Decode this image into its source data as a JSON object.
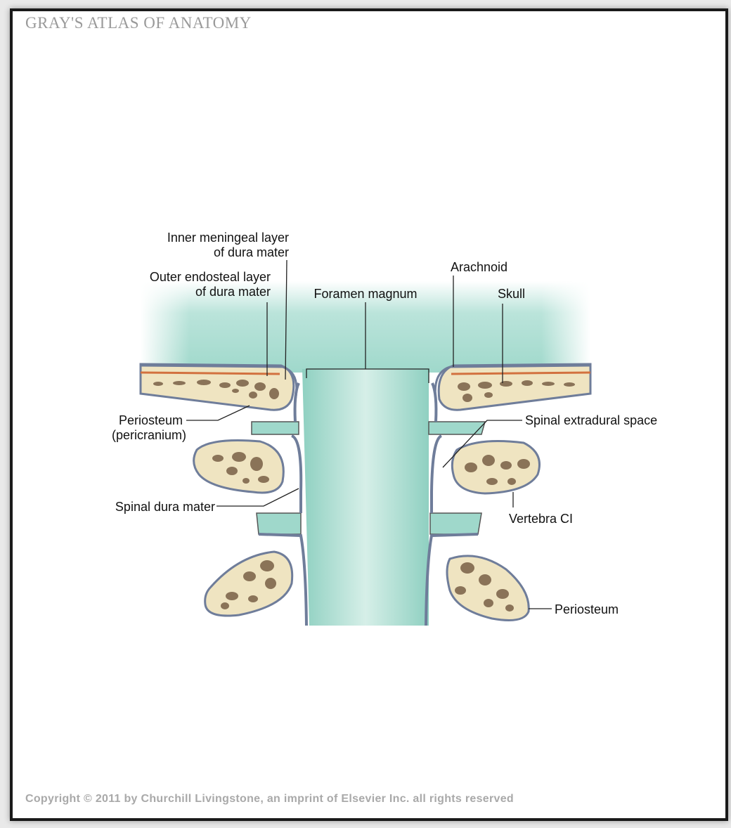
{
  "header": {
    "title": "GRAY'S ATLAS OF ANATOMY"
  },
  "labels": {
    "inner_meningeal": [
      "Inner meningeal layer",
      "of dura mater"
    ],
    "outer_endosteal": [
      "Outer endosteal layer",
      "of dura mater"
    ],
    "foramen_magnum": "Foramen magnum",
    "arachnoid": "Arachnoid",
    "skull": "Skull",
    "periosteum_pericranium": [
      "Periosteum",
      "(pericranium)"
    ],
    "spinal_extradural_space": "Spinal extradural space",
    "spinal_dura_mater": "Spinal dura mater",
    "vertebra_ci": "Vertebra CI",
    "periosteum": "Periosteum"
  },
  "colors": {
    "csf_teal": "#9fd8cb",
    "bone": "#efe4c1",
    "trabecular": "#8a7358",
    "dura": "#6f7d9a",
    "endosteal": "#d2713f"
  },
  "footer": {
    "copyright": "Copyright © 2011 by Churchill Livingstone, an imprint of Elsevier Inc. all rights reserved"
  }
}
